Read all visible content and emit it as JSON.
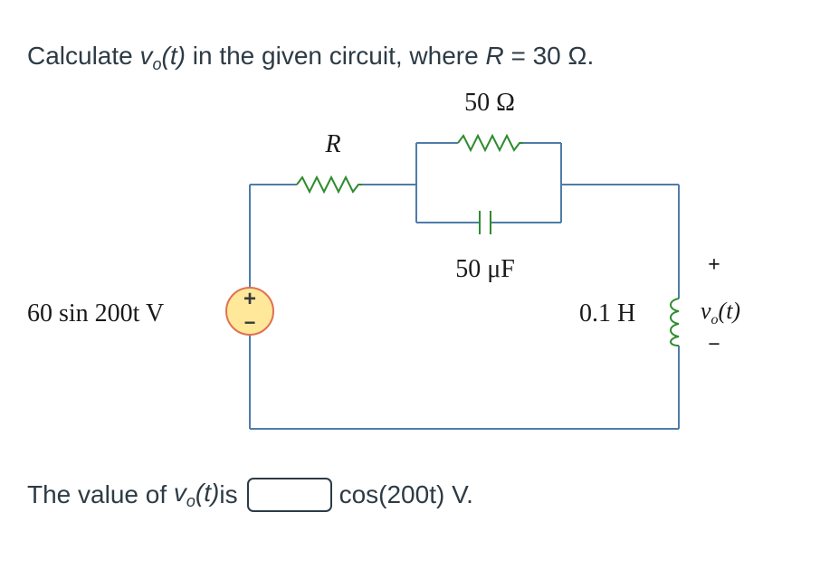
{
  "question": {
    "prefix": "Calculate ",
    "var_v": "v",
    "var_sub": "o",
    "var_t": "(t)",
    "middle": " in the given circuit, where ",
    "var_R": "R",
    "suffix": " = 30 Ω."
  },
  "circuit": {
    "label_50ohm": "50 Ω",
    "label_R": "R",
    "label_cap": "50 μF",
    "label_source": "60 sin 200t V",
    "label_inductor": "0.1 H",
    "label_plus_source": "+",
    "label_minus_source": "−",
    "label_vo": "v",
    "label_vo_sub": "o",
    "label_vo_arg": "(t)",
    "label_plus_out": "+",
    "label_minus_out": "−"
  },
  "answer": {
    "prefix": "The value of ",
    "var_v": "v",
    "var_sub": "o",
    "var_t": "(t)",
    "is": " is",
    "input_value": "",
    "suffix": "cos(200t) V."
  },
  "colors": {
    "wire": "#4f7ca8",
    "resistor": "#2e8b2e",
    "source_fill": "#ffe89a",
    "source_stroke": "#e07050"
  }
}
